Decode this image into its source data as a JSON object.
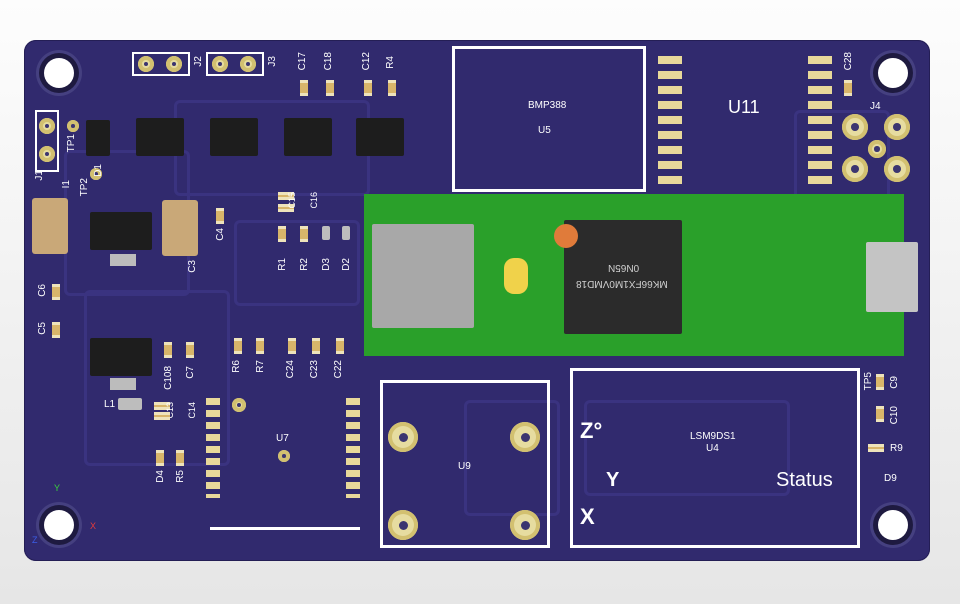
{
  "board": {
    "labels": {
      "j1": "J1",
      "j2": "J2",
      "j3": "J3",
      "j4": "J4",
      "tp1": "TP1",
      "tp2": "TP2",
      "tp5": "TP5",
      "d1": "D1",
      "d2": "D2",
      "d3": "D3",
      "d4": "D4",
      "d9": "D9",
      "c3": "C3",
      "c4": "C4",
      "c5": "C5",
      "c6": "C6",
      "c7": "C7",
      "c9": "C9",
      "c10": "C10",
      "c12": "C12",
      "c13": "C13",
      "c14": "C14",
      "c15": "C15",
      "c16": "C16",
      "c17": "C17",
      "c18": "C18",
      "c22": "C22",
      "c23": "C23",
      "c24": "C24",
      "c28": "C28",
      "c108": "C108",
      "r1": "R1",
      "r2": "R2",
      "r4": "R4",
      "r5": "R5",
      "r6": "R6",
      "r7": "R7",
      "r9": "R9",
      "l1": "L1",
      "i1": "I1",
      "u4": "U4",
      "u5": "U5",
      "u7": "U7",
      "u9": "U9",
      "u11": "U11"
    },
    "modules": {
      "bmp_name": "BMP388",
      "imu_name": "LSM9DS1",
      "status": "Status",
      "mcu_line1": "MK66FX1M0VMD18",
      "mcu_line2": "0N65N"
    },
    "axes": {
      "z": "Z°",
      "y": "Y",
      "x": "X"
    },
    "viewport_axes": {
      "x": "X",
      "y": "Y",
      "z": "Z"
    }
  },
  "colors": {
    "board": "#312a6e",
    "teensy": "#2aa02a",
    "silkscreen": "#ffffff",
    "pad": "#e8d89a"
  }
}
